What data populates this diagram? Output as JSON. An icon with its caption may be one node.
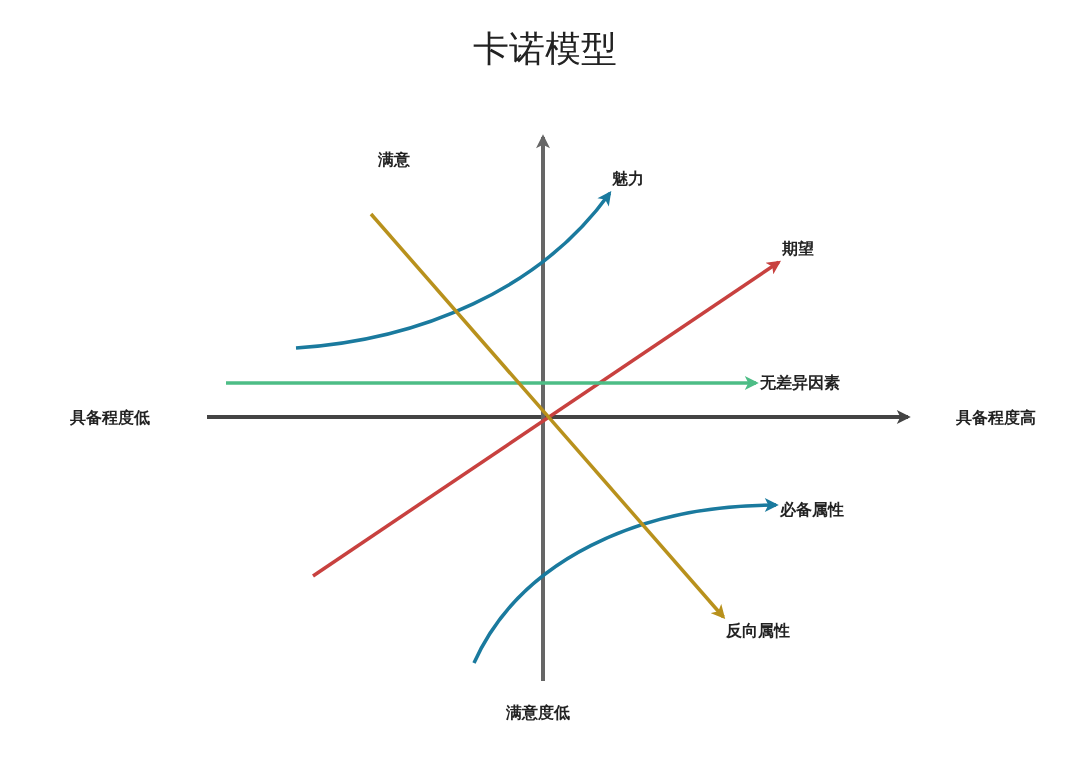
{
  "diagram": {
    "title": "卡诺模型",
    "nodes": [
      {
        "text": [
          "魅力"
        ]
      },
      {
        "text": [
          "期望"
        ]
      },
      {
        "text": [
          "无差异因素"
        ]
      },
      {
        "text": [
          "必备属性"
        ]
      },
      {
        "text": [
          "反向属性"
        ]
      }
    ],
    "edges": [
      {
        "from": null,
        "to": 0,
        "arrow": "to",
        "color": "#1a7a9e"
      },
      {
        "from": null,
        "to": 1,
        "arrow": "to",
        "color": "#c8413f"
      },
      {
        "from": null,
        "to": 2,
        "arrow": "to",
        "color": "#4dbd86"
      },
      {
        "from": null,
        "to": 3,
        "arrow": "to",
        "color": "#1a7a9e"
      },
      {
        "from": null,
        "to": 4,
        "arrow": "to",
        "color": "#b8911c"
      }
    ],
    "labels": [
      "满意",
      "具备程度低",
      "具备程度高",
      "满意度低"
    ]
  }
}
